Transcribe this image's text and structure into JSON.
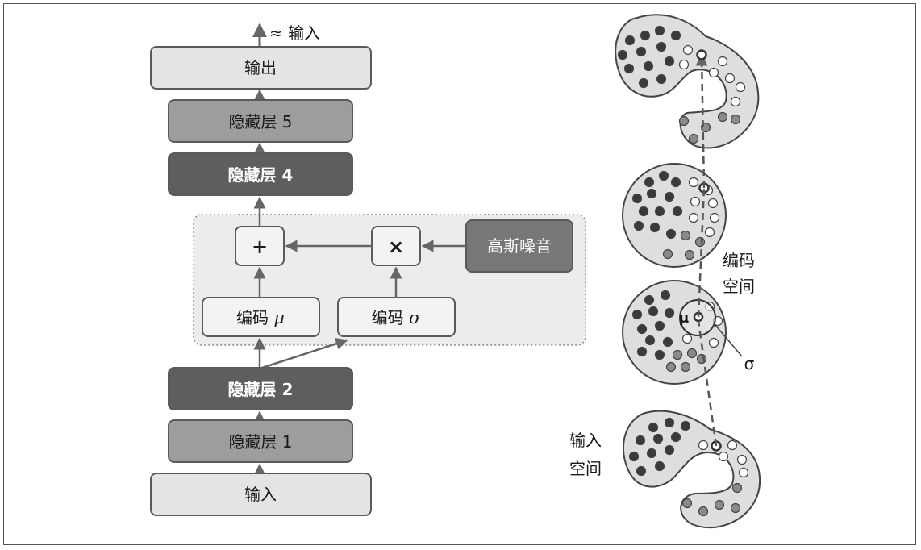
{
  "network": {
    "output_arrow_label": "≈ 输入",
    "output": "输出",
    "hidden5": "隐藏层 5",
    "hidden4": "隐藏层 4",
    "plus": "+",
    "times": "×",
    "noise": "高斯噪音",
    "code_mu_prefix": "编码 ",
    "mu_symbol": "μ",
    "code_sigma_prefix": "编码 ",
    "sigma_symbol": "σ",
    "hidden2": "隐藏层 2",
    "hidden1": "隐藏层 1",
    "input": "输入"
  },
  "space": {
    "coding_space_line1": "编码",
    "coding_space_line2": "空间",
    "input_space_line1": "输入",
    "input_space_line2": "空间",
    "mu_label": "μ",
    "sigma_label": "σ"
  },
  "colors": {
    "light_box": "#e4e4e6",
    "mid_box": "#9d9d9f",
    "dark_box": "#5e5e60",
    "noise_box": "#777779",
    "panel": "#ebecee",
    "region": "#dedede",
    "dot_dark": "#3a3a3c",
    "dot_mid": "#8a8a8c",
    "dot_white": "#ffffff"
  }
}
